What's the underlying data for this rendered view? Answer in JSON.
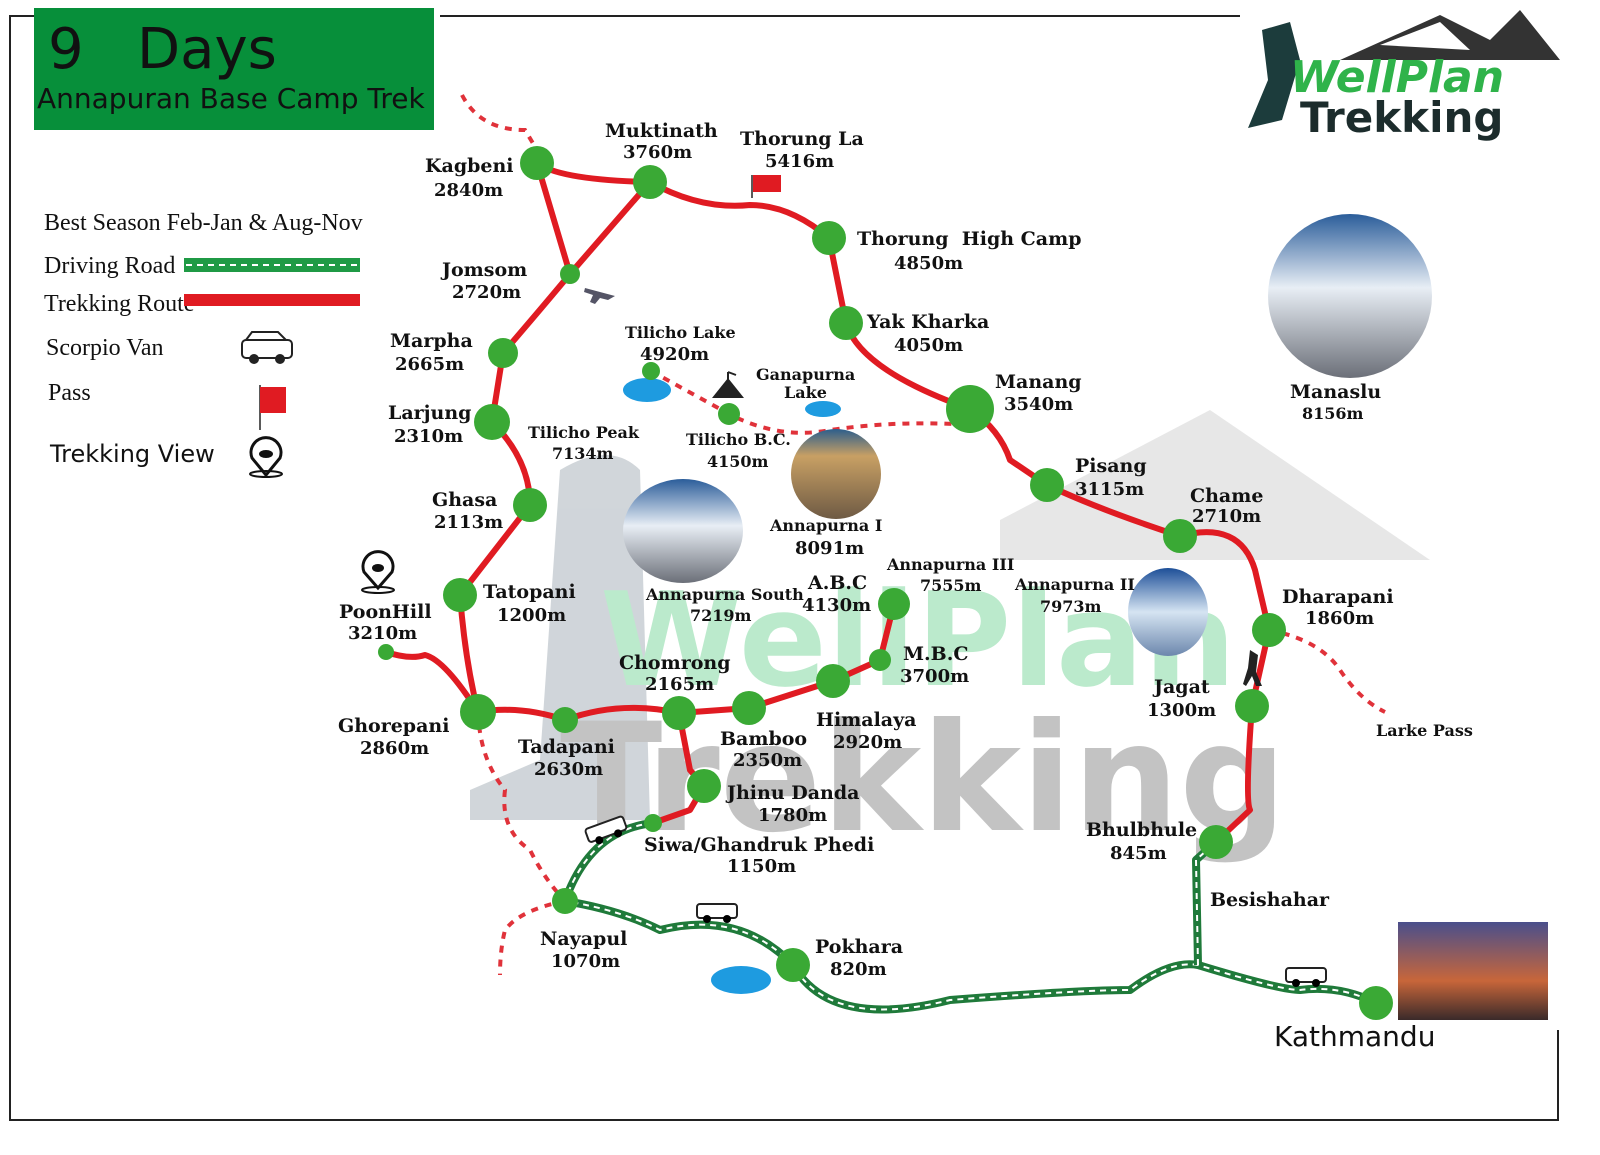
{
  "header": {
    "days": "9   Days",
    "subtitle": "Annapuran Base Camp  Trek"
  },
  "logo": {
    "text_top": "WellPlan",
    "text_bottom": "Trekking"
  },
  "watermark": {
    "top": "WellPlan",
    "bottom": "Trekking"
  },
  "legend": {
    "season": "Best Season Feb-Jan & Aug-Nov",
    "driving_road": "Driving Road",
    "trekking_route": "Trekking Route",
    "scorpio_van": "Scorpio Van",
    "pass": "Pass",
    "trekking_view": "Trekking View"
  },
  "colors": {
    "title_bg": "#078f3a",
    "trek": "#e01b22",
    "road": "#1f7a3a",
    "node": "#3aa935",
    "lake": "#1e9be0"
  },
  "places": [
    {
      "name": "Kagbeni",
      "alt": "2840m"
    },
    {
      "name": "Muktinath",
      "alt": "3760m"
    },
    {
      "name": "Thorung La",
      "alt": "5416m"
    },
    {
      "name": "Thorung  High Camp",
      "alt": "4850m"
    },
    {
      "name": "Yak Kharka",
      "alt": "4050m"
    },
    {
      "name": "Manang",
      "alt": "3540m"
    },
    {
      "name": "Pisang",
      "alt": "3115m"
    },
    {
      "name": "Chame",
      "alt": "2710m"
    },
    {
      "name": "Dharapani",
      "alt": "1860m"
    },
    {
      "name": "Jagat",
      "alt": "1300m"
    },
    {
      "name": "Bhulbhule",
      "alt": "845m"
    },
    {
      "name": "Besishahar",
      "alt": ""
    },
    {
      "name": "Kathmandu",
      "alt": ""
    },
    {
      "name": "Jomsom",
      "alt": "2720m"
    },
    {
      "name": "Marpha",
      "alt": "2665m"
    },
    {
      "name": "Larjung",
      "alt": "2310m"
    },
    {
      "name": "Ghasa",
      "alt": "2113m"
    },
    {
      "name": "Tatopani",
      "alt": "1200m"
    },
    {
      "name": "PoonHill",
      "alt": "3210m"
    },
    {
      "name": "Ghorepani",
      "alt": "2860m"
    },
    {
      "name": "Tadapani",
      "alt": "2630m"
    },
    {
      "name": "Chomrong",
      "alt": "2165m"
    },
    {
      "name": "Bamboo",
      "alt": "2350m"
    },
    {
      "name": "Himalaya",
      "alt": "2920m"
    },
    {
      "name": "M.B.C",
      "alt": "3700m"
    },
    {
      "name": "A.B.C",
      "alt": "4130m"
    },
    {
      "name": "Jhinu Danda",
      "alt": "1780m"
    },
    {
      "name": "Siwa/Ghandruk Phedi",
      "alt": "1150m"
    },
    {
      "name": "Nayapul",
      "alt": "1070m"
    },
    {
      "name": "Pokhara",
      "alt": "820m"
    },
    {
      "name": "Tilicho Lake",
      "alt": "4920m"
    },
    {
      "name": "Tilicho B.C.",
      "alt": "4150m"
    },
    {
      "name": "Ganapurna",
      "alt": "Lake"
    },
    {
      "name": "Larke Pass",
      "alt": ""
    }
  ],
  "peaks": [
    {
      "name": "Tilicho Peak",
      "alt": "7134m"
    },
    {
      "name": "Annapurna I",
      "alt": "8091m"
    },
    {
      "name": "Annapurna South",
      "alt": "7219m"
    },
    {
      "name": "Annapurna III",
      "alt": "7555m"
    },
    {
      "name": "Annapurna II",
      "alt": "7973m"
    },
    {
      "name": "Manaslu",
      "alt": "8156m"
    }
  ]
}
